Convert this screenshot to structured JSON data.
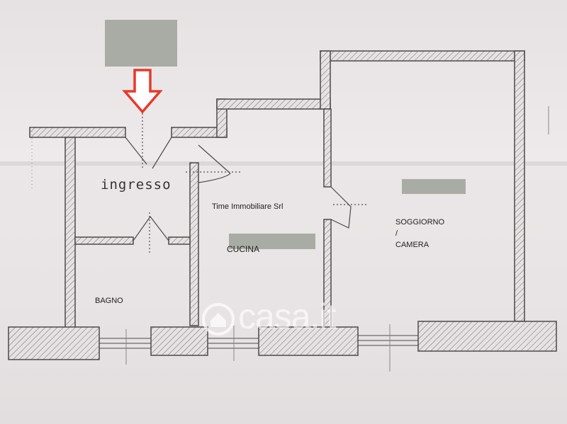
{
  "rooms": {
    "ingresso": "ingresso",
    "cucina": "CUCINA",
    "bagno": "BAGNO",
    "soggiorno_line1": "SOGGIORNO",
    "soggiorno_line2": "/",
    "soggiorno_line3": "CAMERA"
  },
  "agency": "Time Immobiliare Srl",
  "watermark": "casa.it",
  "icons": {
    "entrance_arrow": "arrow-down-icon",
    "watermark_logo": "house-icon"
  },
  "colors": {
    "arrow": "#e53a2c",
    "wall_line": "#4a4a4a",
    "redaction": "#a9aca4"
  }
}
